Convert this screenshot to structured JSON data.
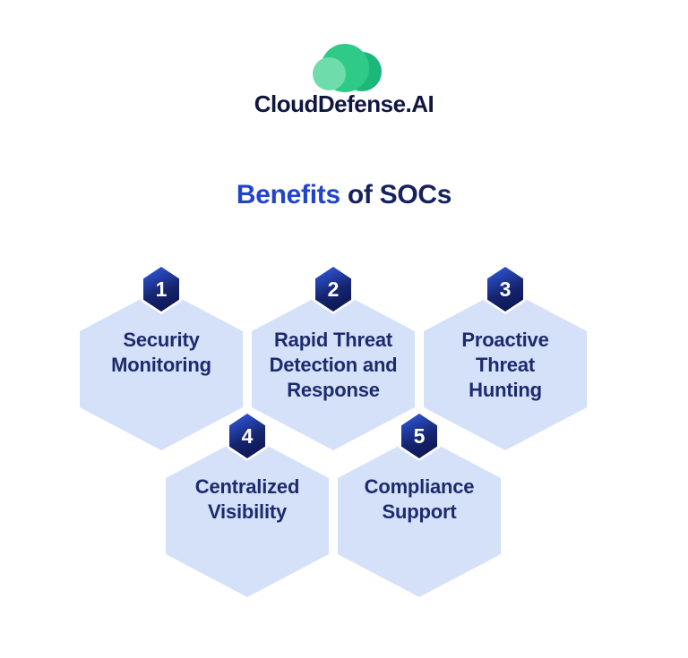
{
  "logo": {
    "brand": "CloudDefense.AI",
    "colors": {
      "cloud_main_green": "#2fca88",
      "cloud_dark_green": "#1db77b",
      "cloud_light_green": "#6fdcab",
      "brand_text": "#10173f"
    }
  },
  "title": {
    "part1": "Benefits ",
    "part2": "of SOCs",
    "part1_color": "#2144cb",
    "part2_color": "#16215f"
  },
  "benefits": {
    "items": [
      {
        "number": "1",
        "label": "Security\nMonitoring"
      },
      {
        "number": "2",
        "label": "Rapid Threat\nDetection and\nResponse"
      },
      {
        "number": "3",
        "label": "Proactive\nThreat\nHunting"
      },
      {
        "number": "4",
        "label": "Centralized\nVisibility"
      },
      {
        "number": "5",
        "label": "Compliance\nSupport"
      }
    ],
    "colors": {
      "hexagon_fill": "#d5e1f9",
      "label_text": "#1d2b6e",
      "badge_gradient_start": "#2e55d5",
      "badge_gradient_end": "#0c1550",
      "badge_number": "#ffffff",
      "badge_border": "#ffffff"
    }
  }
}
